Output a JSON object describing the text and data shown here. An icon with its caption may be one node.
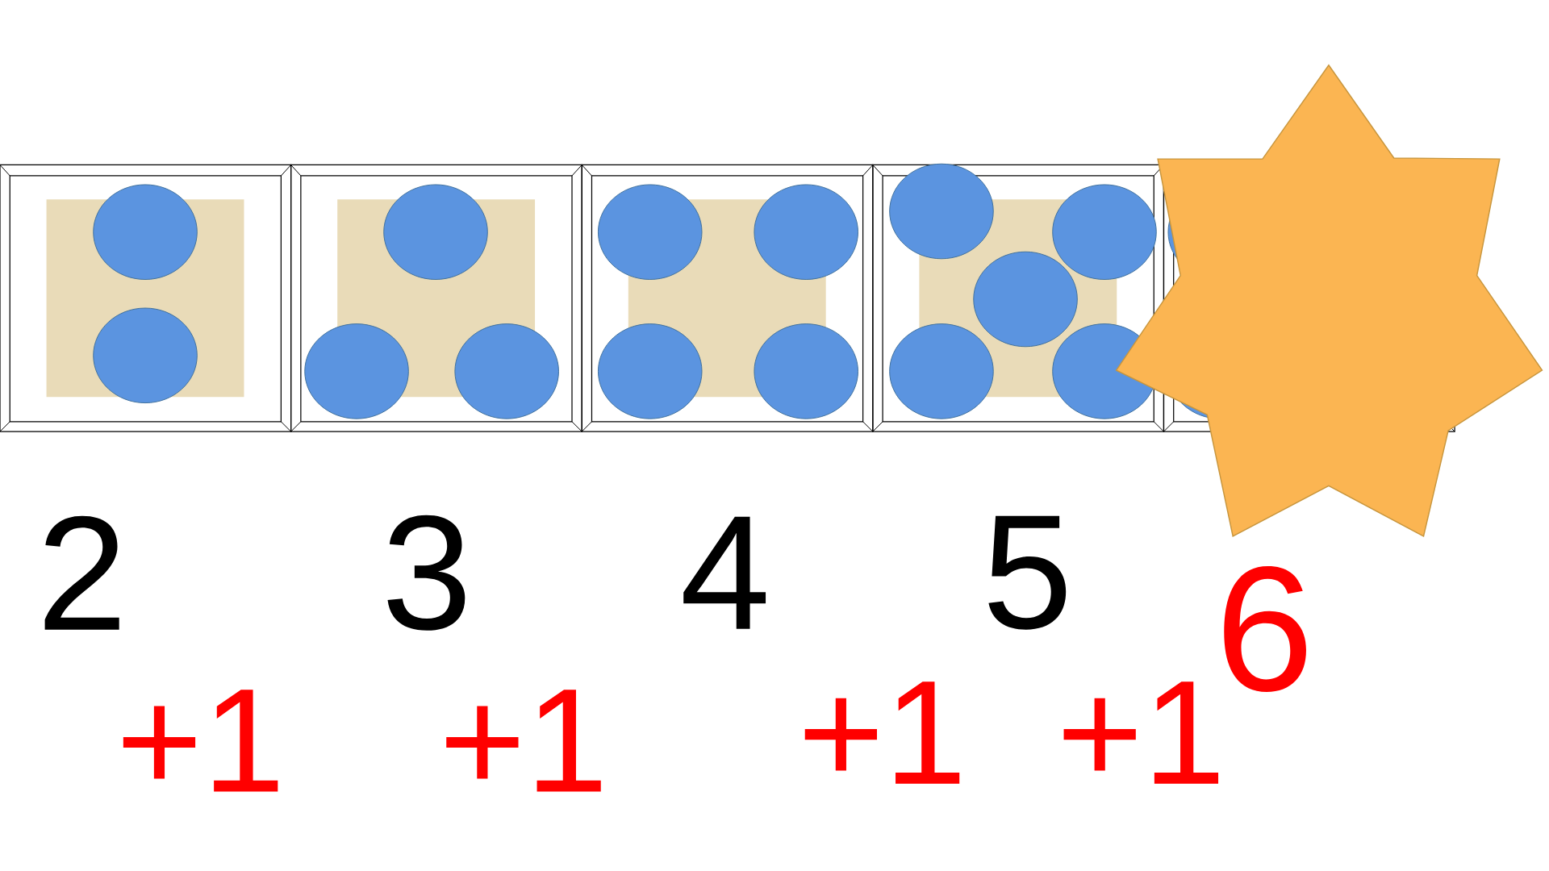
{
  "diagram": {
    "labels": [
      "2",
      "3",
      "4",
      "5",
      "6",
      "+1",
      "+1",
      "+1",
      "+1"
    ]
  }
}
